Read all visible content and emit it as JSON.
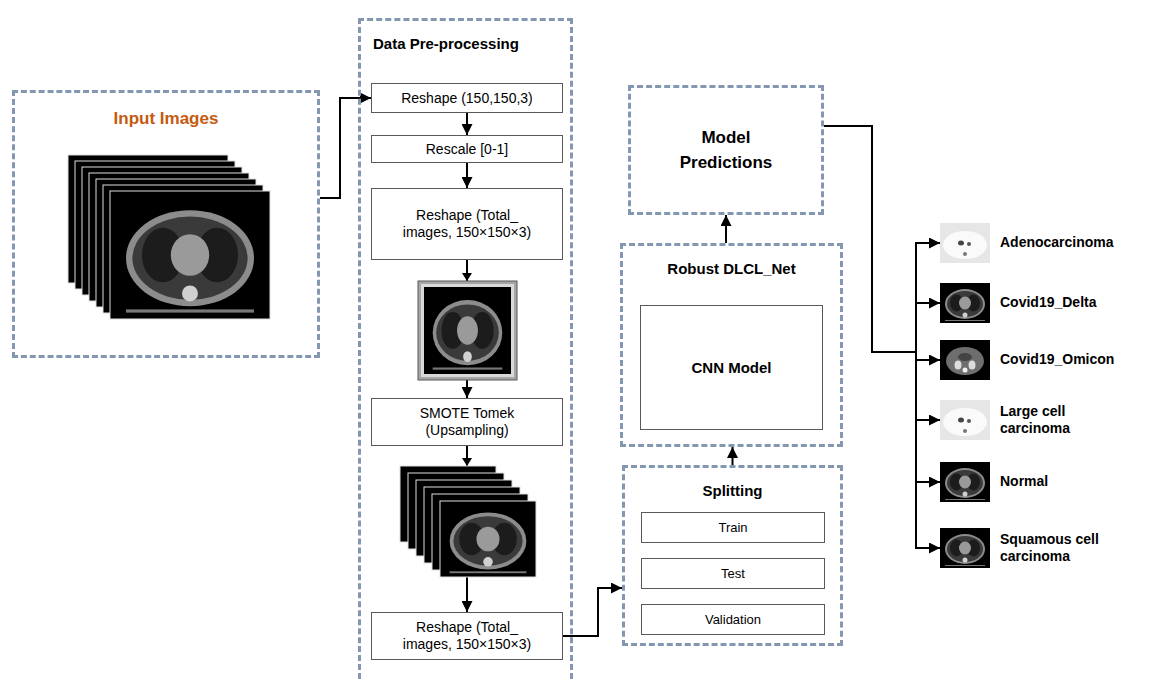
{
  "diagram": {
    "nodes": [
      {
        "text": [
          "Input Images"
        ]
      },
      {
        "text": [
          "Data Pre-processing"
        ]
      },
      {
        "text": [
          "Reshape (150,150,3)"
        ],
        "in": 1
      },
      {
        "text": [
          "Rescale [0-1]"
        ],
        "in": 1
      },
      {
        "text": [
          "Reshape (Total_ images, 150×150×3)"
        ],
        "in": 1
      },
      {
        "text": [
          "SMOTE Tomek (Upsampling)"
        ],
        "in": 1
      },
      {
        "text": [
          "Reshape (Total_ images, 150×150×3)"
        ],
        "in": 1
      },
      {
        "text": [
          "Splitting"
        ]
      },
      {
        "text": [
          "Train"
        ],
        "in": 7
      },
      {
        "text": [
          "Test"
        ],
        "in": 7
      },
      {
        "text": [
          "Validation"
        ],
        "in": 7
      },
      {
        "text": [
          "Robust DLCL_Net"
        ]
      },
      {
        "text": [
          "CNN Model"
        ],
        "in": 11
      },
      {
        "text": [
          "Model Predictions"
        ]
      },
      {
        "text": [
          "Adenocarcinoma"
        ]
      },
      {
        "text": [
          "Covid19_Delta"
        ]
      },
      {
        "text": [
          "Covid19_Omicon"
        ]
      },
      {
        "text": [
          "Large cell carcinoma"
        ]
      },
      {
        "text": [
          "Normal"
        ]
      },
      {
        "text": [
          "Squamous cell carcinoma"
        ]
      }
    ],
    "edges": [
      {
        "from": 0,
        "to": 2,
        "arrow": "to"
      },
      {
        "from": 2,
        "to": 3,
        "arrow": "to"
      },
      {
        "from": 3,
        "to": 4,
        "arrow": "to"
      },
      {
        "from": 4,
        "to": 5,
        "arrow": "to"
      },
      {
        "from": 5,
        "to": 6,
        "arrow": "to"
      },
      {
        "from": 6,
        "to": 7,
        "arrow": "to"
      },
      {
        "from": 7,
        "to": 11,
        "arrow": "to"
      },
      {
        "from": 11,
        "to": 13,
        "arrow": "to"
      },
      {
        "from": 13,
        "to": 14,
        "arrow": "to"
      },
      {
        "from": 13,
        "to": 15,
        "arrow": "to"
      },
      {
        "from": 13,
        "to": 16,
        "arrow": "to"
      },
      {
        "from": 13,
        "to": 17,
        "arrow": "to"
      },
      {
        "from": 13,
        "to": 18,
        "arrow": "to"
      },
      {
        "from": 13,
        "to": 19,
        "arrow": "to"
      }
    ]
  }
}
